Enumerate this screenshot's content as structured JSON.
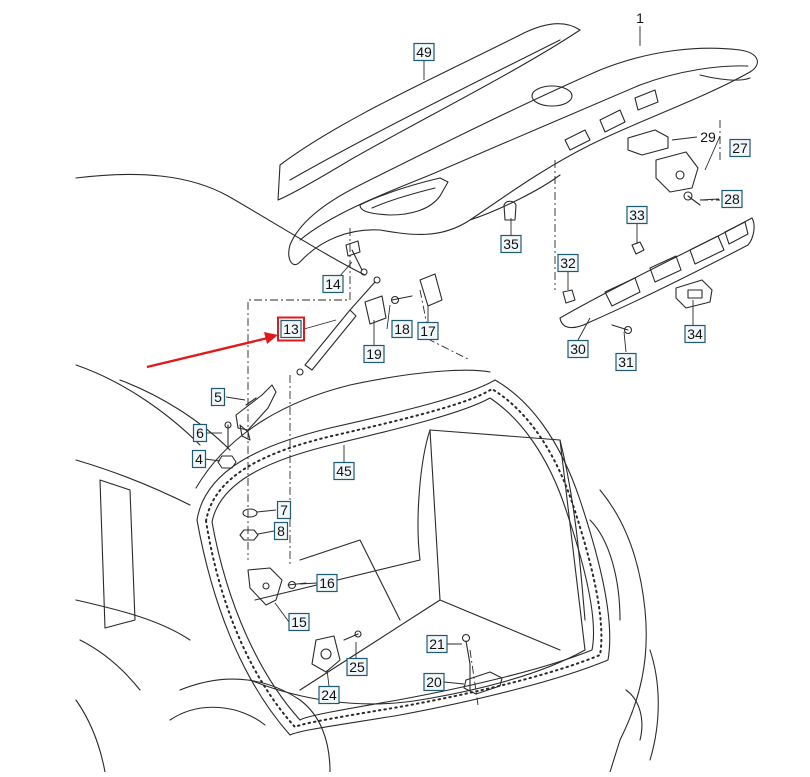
{
  "diagram": {
    "callouts": [
      {
        "id": "c1",
        "label": "1",
        "boxed": false
      },
      {
        "id": "c49",
        "label": "49",
        "boxed": true
      },
      {
        "id": "c29",
        "label": "29",
        "boxed": false
      },
      {
        "id": "c27",
        "label": "27",
        "boxed": true
      },
      {
        "id": "c28",
        "label": "28",
        "boxed": true
      },
      {
        "id": "c33",
        "label": "33",
        "boxed": true
      },
      {
        "id": "c35",
        "label": "35",
        "boxed": true
      },
      {
        "id": "c32",
        "label": "32",
        "boxed": true
      },
      {
        "id": "c14",
        "label": "14",
        "boxed": true
      },
      {
        "id": "c13",
        "label": "13",
        "boxed": true,
        "highlighted": true
      },
      {
        "id": "c18",
        "label": "18",
        "boxed": true
      },
      {
        "id": "c17",
        "label": "17",
        "boxed": true
      },
      {
        "id": "c19",
        "label": "19",
        "boxed": true
      },
      {
        "id": "c30",
        "label": "30",
        "boxed": true
      },
      {
        "id": "c31",
        "label": "31",
        "boxed": true
      },
      {
        "id": "c34",
        "label": "34",
        "boxed": true
      },
      {
        "id": "c5",
        "label": "5",
        "boxed": true
      },
      {
        "id": "c6",
        "label": "6",
        "boxed": true
      },
      {
        "id": "c4",
        "label": "4",
        "boxed": true
      },
      {
        "id": "c45",
        "label": "45",
        "boxed": true
      },
      {
        "id": "c7",
        "label": "7",
        "boxed": true
      },
      {
        "id": "c8",
        "label": "8",
        "boxed": true
      },
      {
        "id": "c16",
        "label": "16",
        "boxed": true
      },
      {
        "id": "c15",
        "label": "15",
        "boxed": true
      },
      {
        "id": "c21",
        "label": "21",
        "boxed": true
      },
      {
        "id": "c25",
        "label": "25",
        "boxed": true
      },
      {
        "id": "c20",
        "label": "20",
        "boxed": true
      },
      {
        "id": "c24",
        "label": "24",
        "boxed": true
      }
    ],
    "colors": {
      "line": "#2a2a2a",
      "callout_border": "#1f5a73",
      "callout_fill": "#f2f7f9",
      "highlight": "#e01a1a",
      "arrow": "#e01a1a"
    }
  }
}
